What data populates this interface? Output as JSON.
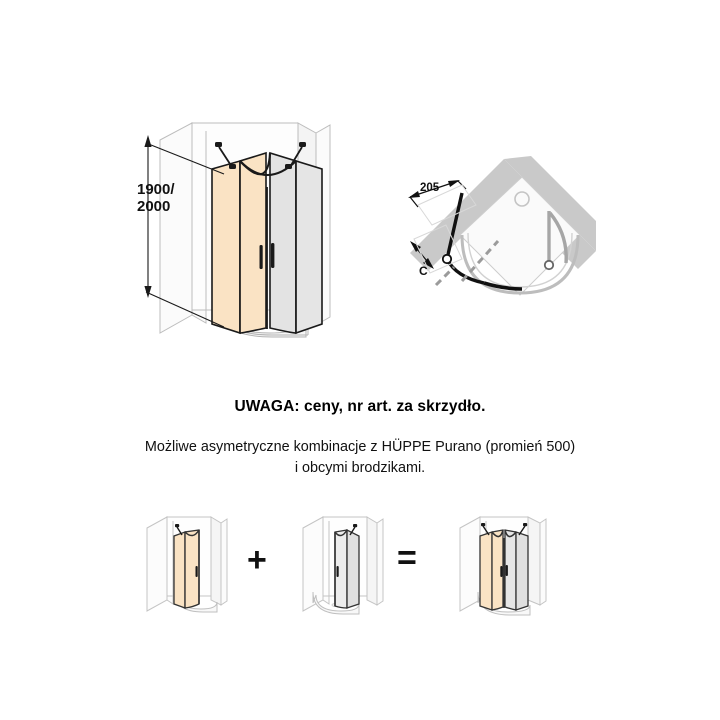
{
  "diagrams": {
    "main": {
      "name": "quadrant-shower-enclosure-isometric",
      "height_label": "1900/\n2000",
      "glass_left_color": "#fae3c4",
      "glass_right_color": "#e3e3e3",
      "frame_color": "#1a1a1a",
      "wall_color": "#f2f2f2",
      "wall_line_color": "#b9b9b9"
    },
    "topview": {
      "name": "quadrant-shower-top-view-plan",
      "dimension_205": "205",
      "dimension_c": "C",
      "wall_hatch_color": "#c9c9c9",
      "tray_color": "#f7f7f7",
      "door_color": "#111111"
    }
  },
  "notes": {
    "headline": "UWAGA: ceny, nr art. za skrzydło.",
    "line1": "Możliwe asymetryczne kombinacje z HÜPPE Purano (promień 500)",
    "line2": "i obcymi brodzikami."
  },
  "combination": {
    "operator_plus": "+",
    "operator_equals": "=",
    "items": [
      {
        "name": "half-quadrant-left-panel",
        "glass_color": "#fae3c4",
        "glass_color_secondary": "#e6e6e6"
      },
      {
        "name": "half-quadrant-right-panel",
        "glass_color": "#e6e6e6",
        "glass_color_secondary": "#efefef"
      },
      {
        "name": "full-quadrant-combined",
        "glass_color": "#fae3c4",
        "glass_color_secondary": "#e3e3e3"
      }
    ]
  },
  "colors": {
    "beige_glass": "#fae3c4",
    "grey_glass": "#e3e3e3",
    "outline": "#1a1a1a",
    "wall_outline": "#bdbdbd",
    "hatch": "#c9c9c9",
    "text": "#111111"
  }
}
